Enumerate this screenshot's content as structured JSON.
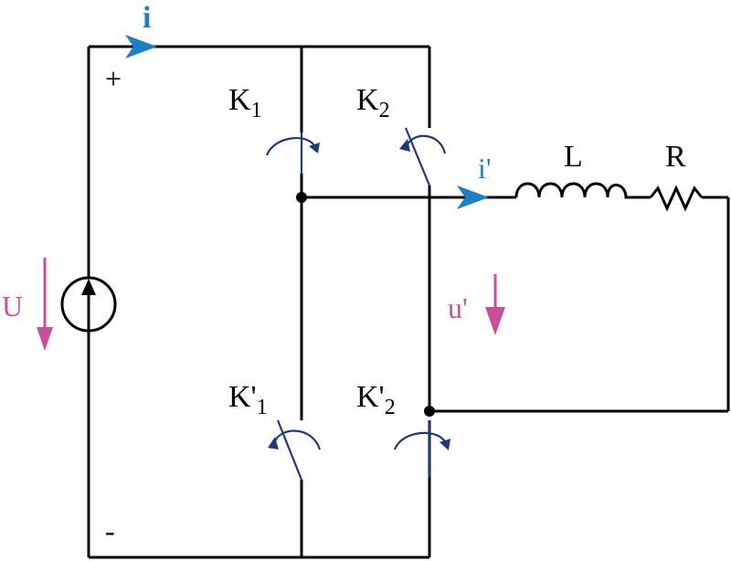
{
  "colors": {
    "wire": "#000000",
    "switch": "#1f3a7a",
    "current": "#1a7fc6",
    "voltage": "#c8509a"
  },
  "labels": {
    "i": "i",
    "i_prime": "i'",
    "plus": "+",
    "minus": "-",
    "U": "U",
    "u_prime": "u'",
    "L": "L",
    "R": "R",
    "K1": {
      "main": "K",
      "sub": "1"
    },
    "K2": {
      "main": "K",
      "sub": "2"
    },
    "K1p": {
      "main": "K'",
      "sub": "1"
    },
    "K2p": {
      "main": "K'",
      "sub": "2"
    }
  },
  "icons": {
    "current_arrow": "triangle-arrow-right",
    "voltage_arrow": "arrow-down",
    "source": "circle-with-up-arrow",
    "switch": "switch-with-curved-arrow"
  }
}
